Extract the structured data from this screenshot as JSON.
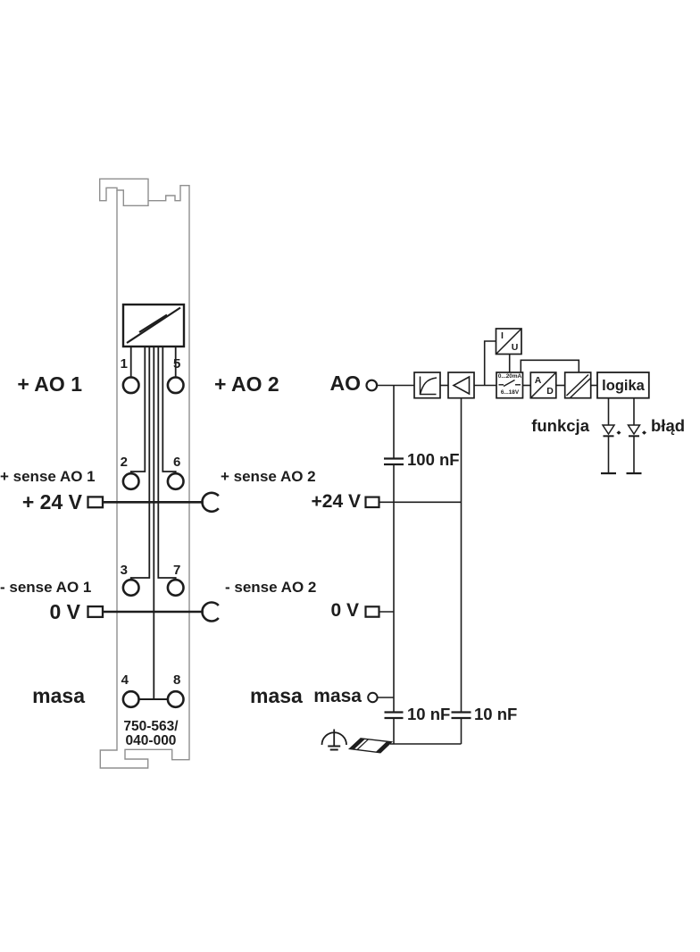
{
  "colors": {
    "background": "#ffffff",
    "line": "#1d1d1d",
    "module_outline": "#8f8f8f"
  },
  "module": {
    "part_number": {
      "line1": "750-563/",
      "line2": "040-000"
    },
    "pin_numbers": [
      "1",
      "5",
      "2",
      "6",
      "3",
      "7",
      "4",
      "8"
    ],
    "labels": {
      "plus_ao1": "+ AO 1",
      "plus_ao2": "+ AO 2",
      "plus_sense_ao1": "+ sense AO 1",
      "plus_sense_ao2": "+ sense AO 2",
      "plus_24v": "+ 24 V",
      "minus_sense_ao1": "- sense AO 1",
      "minus_sense_ao2": "- sense AO 2",
      "zero_v": "0 V",
      "masa_left": "masa",
      "masa_right": "masa"
    }
  },
  "schematic": {
    "ao": "AO",
    "cap_100nf": "100 nF",
    "plus_24v": "+24 V",
    "zero_v": "0 V",
    "masa": "masa",
    "cap_10nf_left": "10 nF",
    "cap_10nf_right": "10 nF",
    "iu_block": {
      "top": "I",
      "bottom": "U"
    },
    "range_block": {
      "top": "0...20mA",
      "bottom": "6...18V"
    },
    "ad_block": {
      "top": "A",
      "bottom": "D"
    },
    "logic_block": "logika",
    "led_function": "funkcja",
    "led_error": "błąd"
  }
}
